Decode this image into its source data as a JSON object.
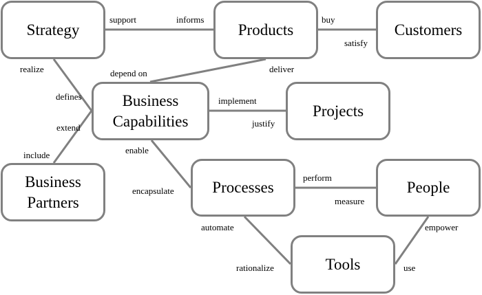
{
  "diagram": {
    "nodes": [
      {
        "id": "strategy",
        "label": "Strategy"
      },
      {
        "id": "products",
        "label": "Products"
      },
      {
        "id": "customers",
        "label": "Customers"
      },
      {
        "id": "business-capabilities",
        "label": "Business Capabilities",
        "lines": [
          "Business",
          "Capabilities"
        ]
      },
      {
        "id": "projects",
        "label": "Projects"
      },
      {
        "id": "business-partners",
        "label": "Business Partners",
        "lines": [
          "Business",
          "Partners"
        ]
      },
      {
        "id": "processes",
        "label": "Processes"
      },
      {
        "id": "people",
        "label": "People"
      },
      {
        "id": "tools",
        "label": "Tools"
      }
    ],
    "edges": [
      {
        "from": "strategy",
        "to": "products",
        "from_label": "support",
        "to_label": "informs"
      },
      {
        "from": "products",
        "to": "customers",
        "from_label": "buy",
        "to_label": "satisfy"
      },
      {
        "from": "strategy",
        "to": "business-capabilities",
        "from_label": "realize",
        "to_label": "defines"
      },
      {
        "from": "business-capabilities",
        "to": "products",
        "from_label": "depend on",
        "to_label": "deliver"
      },
      {
        "from": "business-capabilities",
        "to": "projects",
        "from_label": "implement",
        "to_label": "justify"
      },
      {
        "from": "business-partners",
        "to": "business-capabilities",
        "from_label": "include",
        "to_label": "extend"
      },
      {
        "from": "business-capabilities",
        "to": "processes",
        "from_label": "enable",
        "to_label": "encapsulate"
      },
      {
        "from": "processes",
        "to": "people",
        "from_label": "perform",
        "to_label": "measure"
      },
      {
        "from": "processes",
        "to": "tools",
        "from_label": "automate",
        "to_label": "rationalize"
      },
      {
        "from": "people",
        "to": "tools",
        "from_label": "empower",
        "to_label": "use"
      }
    ],
    "colors": {
      "stroke": "#808080",
      "text": "#000000",
      "background": "#ffffff"
    }
  }
}
